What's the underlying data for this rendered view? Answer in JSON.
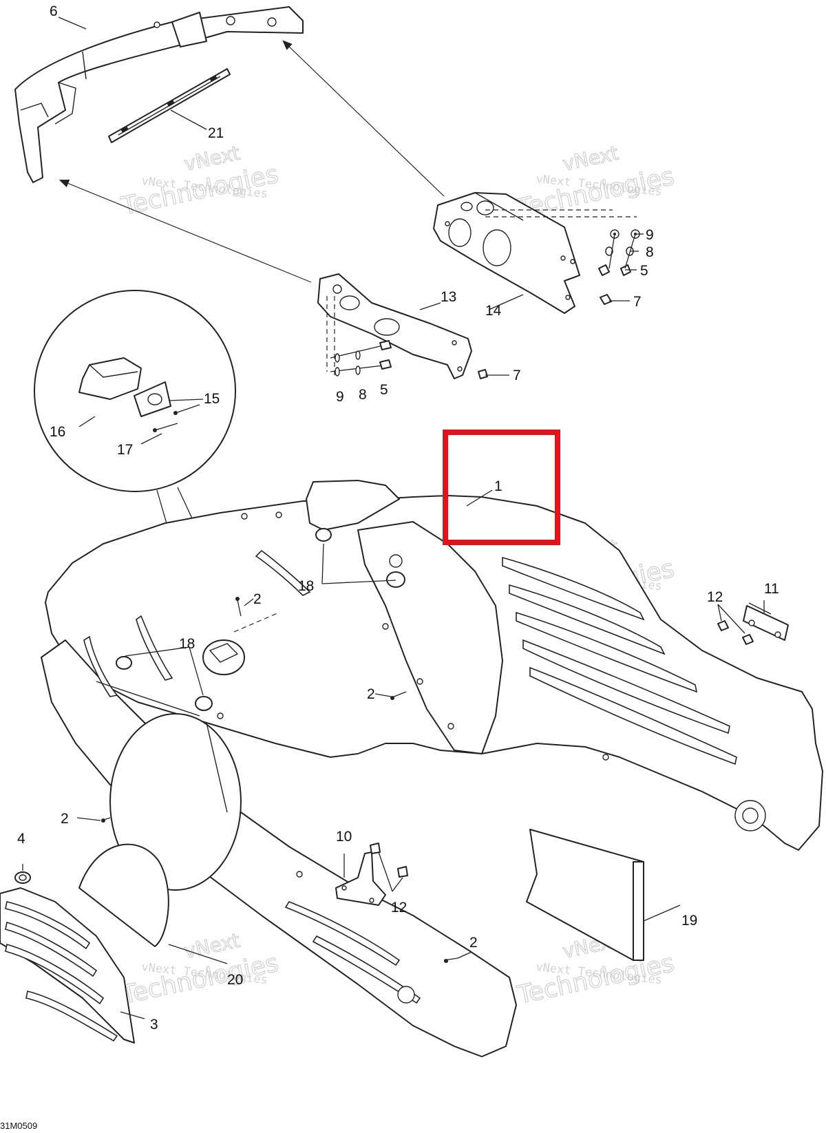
{
  "diagram_code": "31M0509",
  "highlight_color": "#e0141b",
  "watermark": {
    "line1": "vNext",
    "line2": "vNext Technologies",
    "line3": "Technologies"
  },
  "callouts": {
    "c6": "6",
    "c21": "21",
    "c9a": "9",
    "c8a": "8",
    "c5a": "5",
    "c7a": "7",
    "c14": "14",
    "c13": "13",
    "c7b": "7",
    "c9b": "9",
    "c8b": "8",
    "c5b": "5",
    "c15": "15",
    "c16": "16",
    "c17": "17",
    "c1": "1",
    "c18a": "18",
    "c2a": "2",
    "c18b": "18",
    "c12a": "12",
    "c11": "11",
    "c2b": "2",
    "c2c": "2",
    "c4": "4",
    "c10": "10",
    "c12b": "12",
    "c19": "19",
    "c2d": "2",
    "c20": "20",
    "c3": "3"
  }
}
